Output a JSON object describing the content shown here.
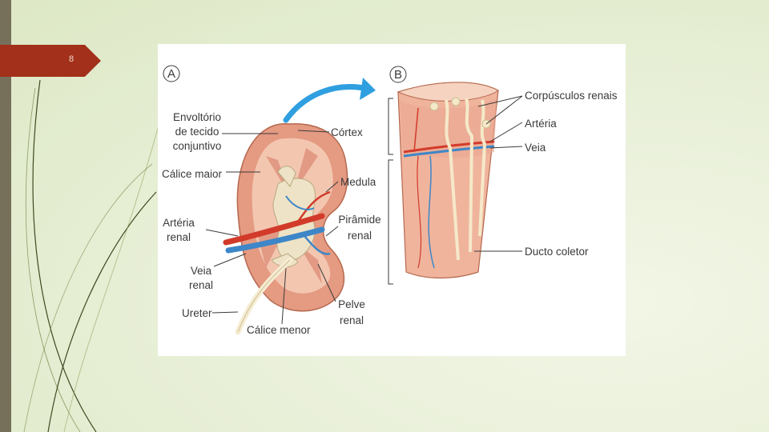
{
  "slide": {
    "number": "8"
  },
  "figure": {
    "panels": {
      "a": "A",
      "b": "B"
    },
    "labels": {
      "envoltorio": [
        "Envoltório",
        "de tecido",
        "conjuntivo"
      ],
      "calice_maior": "Cálice maior",
      "arteria_renal": [
        "Artéria",
        "renal"
      ],
      "veia_renal": [
        "Veia",
        "renal"
      ],
      "ureter": "Ureter",
      "calice_menor": "Cálice menor",
      "pelve_renal": [
        "Pelve",
        "renal"
      ],
      "piramide_renal": [
        "Pirâmide",
        "renal"
      ],
      "medula": "Medula",
      "cortex": "Córtex",
      "corpusculos_renais": "Corpúsculos renais",
      "arteria": "Artéria",
      "veia": "Veia",
      "ducto_coletor": "Ducto coletor"
    },
    "colors": {
      "kidney_outer": "#e59a82",
      "kidney_inner": "#f3c6b0",
      "artery": "#d23a2a",
      "vein": "#3d86c8",
      "pelvis": "#eee3c6",
      "arrow": "#2f9fe0"
    }
  }
}
